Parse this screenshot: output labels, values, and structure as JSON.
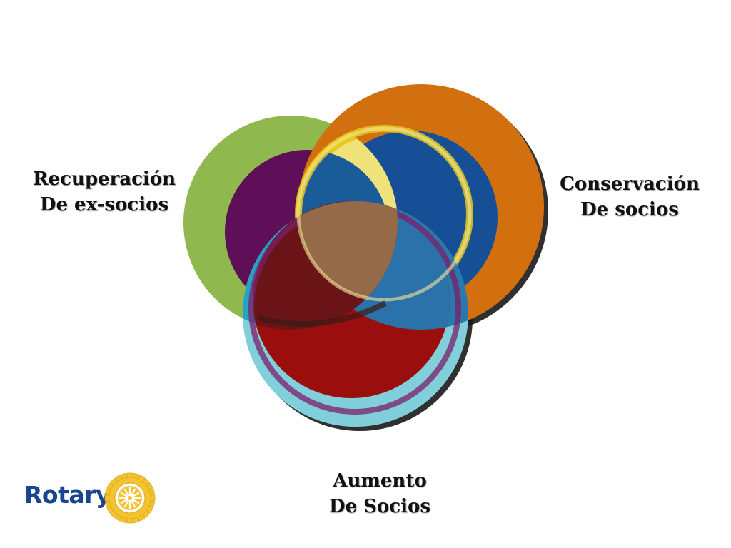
{
  "colors": {
    "green_ring": "#8fb94f",
    "purple_core": "#5e0f57",
    "orange_ring": "#d2700f",
    "blue_core": "#174f96",
    "yellow_ring": "#e6c91f",
    "cyan_ring": "#82cfdc",
    "red_core": "#9b0e0e",
    "center_overlap": "#956a48",
    "rotary_blue": "#17458f",
    "rotary_gold": "#f4c430"
  },
  "labels": {
    "left": {
      "line1": "Recuperación",
      "line2": "De ex-socios"
    },
    "right": {
      "line1": "Conservación",
      "line2": "De socios"
    },
    "bottom": {
      "line1": "Aumento",
      "line2": "De Socios"
    }
  },
  "logo": {
    "text": "Rotary",
    "emblem": "rotary-wheel-icon"
  }
}
